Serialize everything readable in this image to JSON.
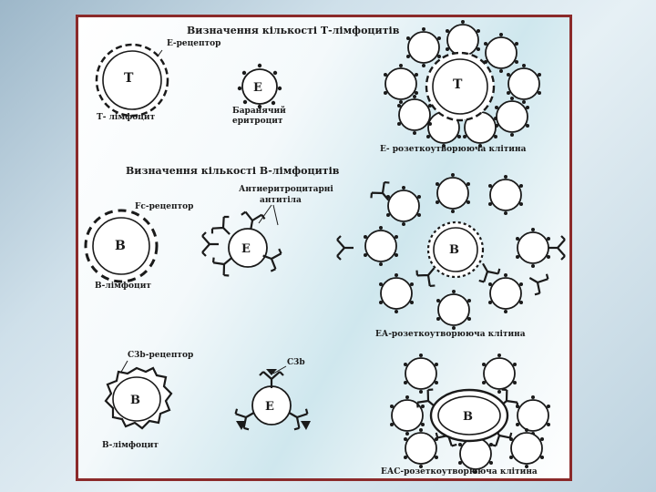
{
  "section_t": {
    "title": "Визначення кількості Т-лімфоцитів",
    "e_receptor": "Е-рецептор",
    "t_cell_letter": "Т",
    "t_cell_caption": "Т- лімфоцит",
    "erythrocyte_letter": "Е",
    "erythrocyte_caption_1": "Баранячий",
    "erythrocyte_caption_2": "еритроцит",
    "rosette_letter": "Т",
    "rosette_caption": "Е- розеткоутворююча клітина"
  },
  "section_b": {
    "title": "Визначення кількості В-лімфоцитів",
    "fc_receptor": "Fc-рецептор",
    "antibody_label_1": "Антиеритроцитарні",
    "antibody_label_2": "антитіла",
    "b_cell_letter": "В",
    "b_cell_caption": "В-лімфоцит",
    "erythrocyte_letter": "Е",
    "rosette_letter": "В",
    "rosette_caption": "ЕА-розеткоутворююча клітина"
  },
  "section_c3b": {
    "c3b_receptor": "С3b-рецептор",
    "c3b_label": "С3b",
    "b_cell_letter": "В",
    "b_cell_caption": "В-лімфоцит",
    "erythrocyte_letter": "Е",
    "rosette_letter": "В",
    "rosette_caption": "ЕАС-розеткоутворююча клітина"
  },
  "colors": {
    "frame_border": "#8b2a2a",
    "ink": "#1a1a1a"
  }
}
